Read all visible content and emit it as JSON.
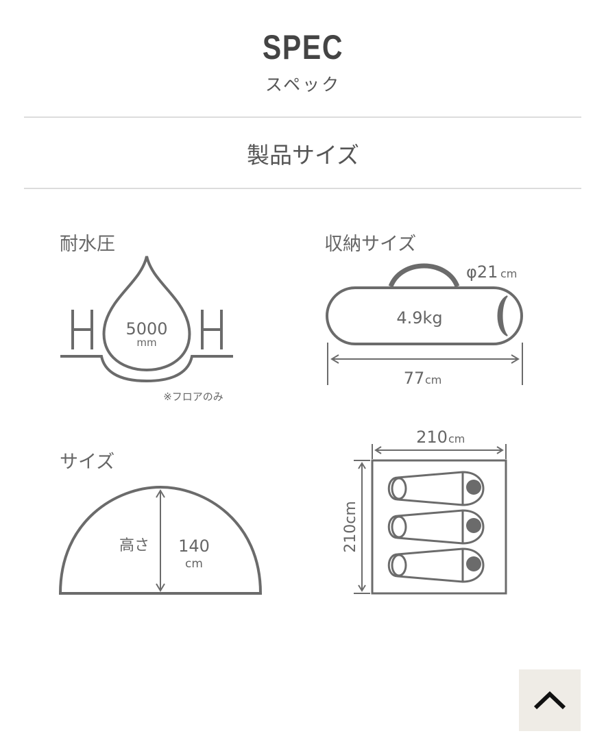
{
  "header": {
    "title": "SPEC",
    "subtitle": "スペック"
  },
  "section": {
    "title": "製品サイズ"
  },
  "water_pressure": {
    "label": "耐水圧",
    "value": "5000",
    "unit": "mm",
    "note": "※フロアのみ"
  },
  "storage": {
    "label": "収納サイズ",
    "weight": "4.9kg",
    "diameter": "φ21",
    "diameter_unit": "cm",
    "length": "77",
    "length_unit": "cm"
  },
  "size": {
    "label": "サイズ",
    "height_label": "高さ",
    "height_value": "140",
    "height_unit": "cm",
    "floor_width": "210",
    "floor_width_unit": "cm",
    "floor_depth": "210cm",
    "sleeping_bags": 3
  },
  "scroll_top": {
    "icon": "chevron-up-icon"
  },
  "colors": {
    "line": "#6b6b6b",
    "button_bg": "#efece6",
    "rule": "#dcdcdc"
  }
}
